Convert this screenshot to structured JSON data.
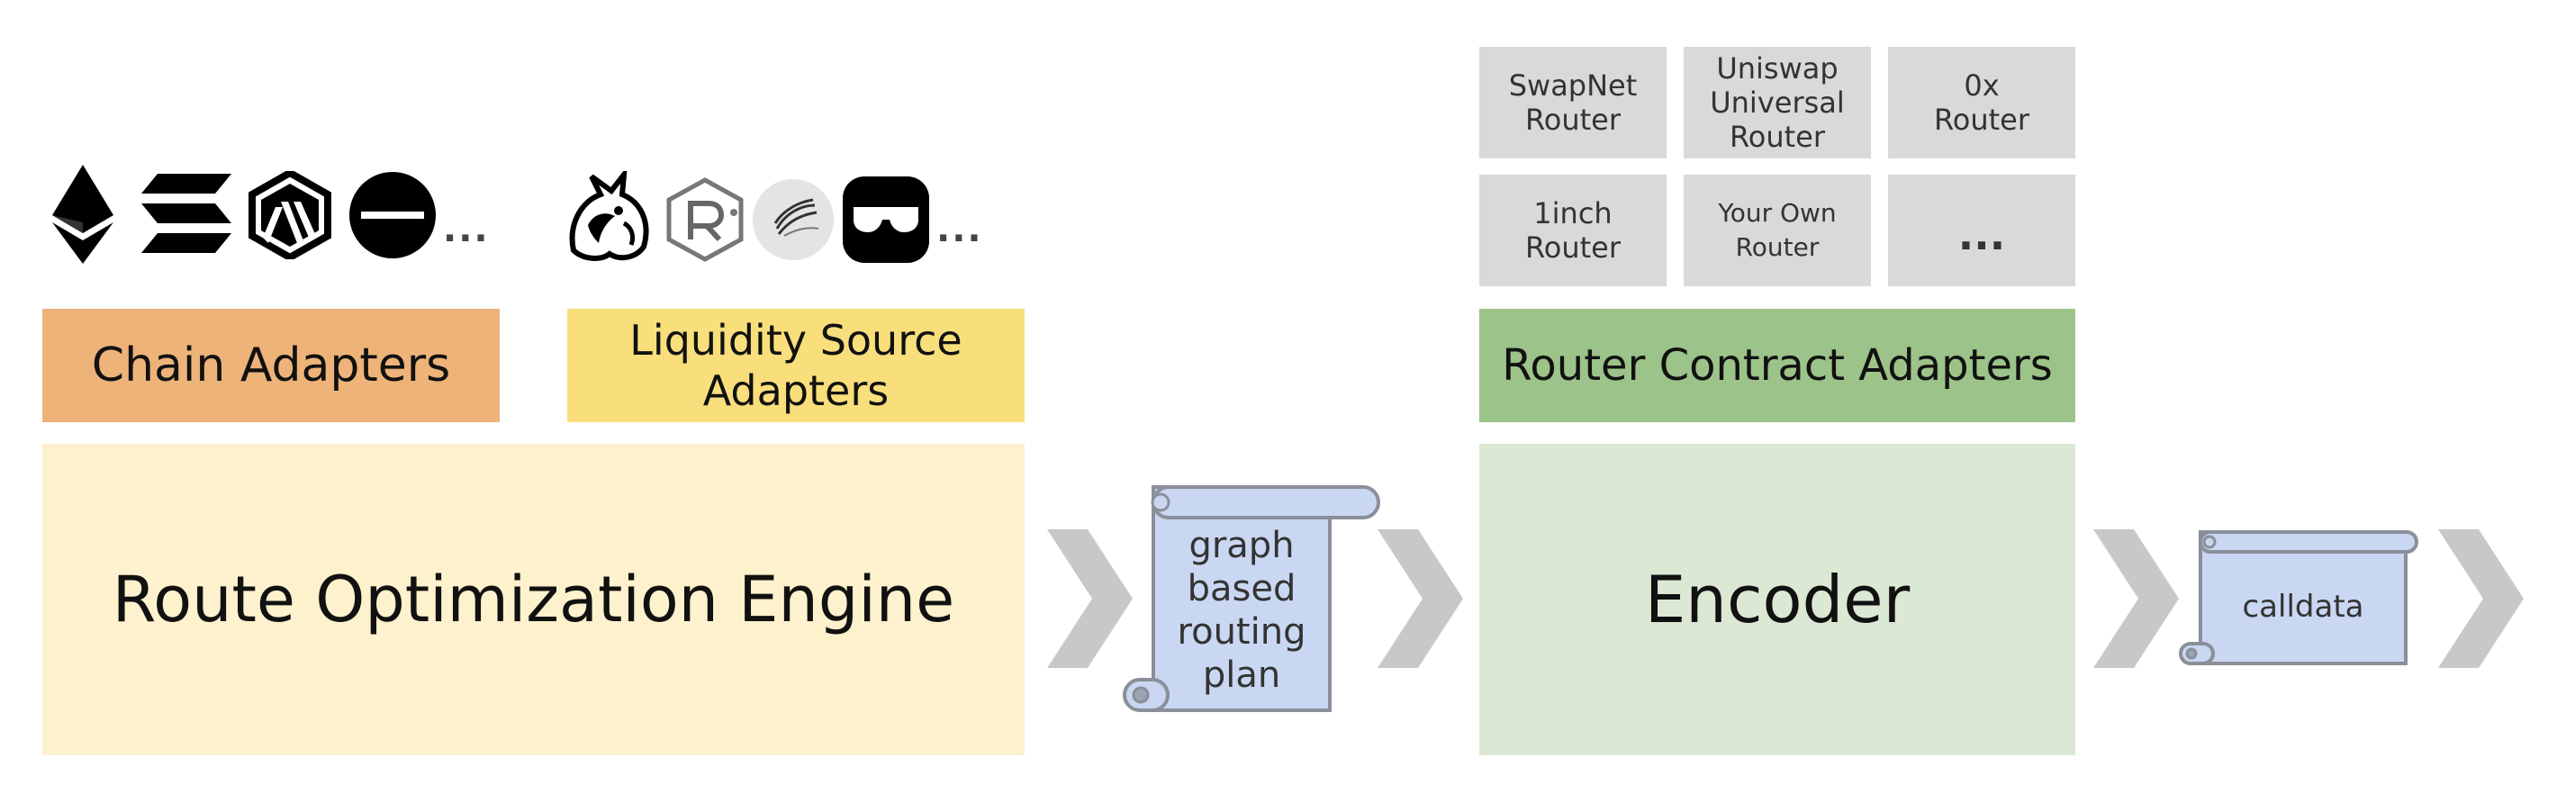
{
  "chain_adapters": {
    "label": "Chain Adapters",
    "more": "..."
  },
  "liquidity_adapters": {
    "label_line1": "Liquidity Source",
    "label_line2": "Adapters",
    "more": "..."
  },
  "routers": [
    {
      "line1": "SwapNet",
      "line2": "Router",
      "line3": ""
    },
    {
      "line1": "Uniswap",
      "line2": "Universal",
      "line3": "Router"
    },
    {
      "line1": "0x",
      "line2": "Router",
      "line3": ""
    },
    {
      "line1": "1inch",
      "line2": "Router",
      "line3": ""
    },
    {
      "line1": "Your Own",
      "line2": "Router",
      "line3": ""
    },
    {
      "line1": "...",
      "line2": "",
      "line3": ""
    }
  ],
  "router_contract_adapters": {
    "label": "Router Contract Adapters"
  },
  "engine": {
    "label": "Route Optimization Engine"
  },
  "routing_plan": {
    "line1": "graph",
    "line2": "based",
    "line3": "routing",
    "line4": "plan"
  },
  "encoder": {
    "label": "Encoder"
  },
  "calldata": {
    "label": "calldata"
  },
  "colors": {
    "chain": "#edb379",
    "liquidity": "#f9de7c",
    "router_adapters": "#9cc389",
    "engine": "#fdf2cd",
    "encoder": "#dbe8d4",
    "router_cell": "#d9d9d9",
    "scroll": "#c9d7f2",
    "chevron": "#c8c8c8"
  },
  "icons": [
    "ethereum-icon",
    "solana-icon",
    "arbitrum-icon",
    "optimism-icon",
    "uniswap-icon",
    "raydium-icon",
    "curve-icon",
    "sushi-glasses-icon"
  ]
}
